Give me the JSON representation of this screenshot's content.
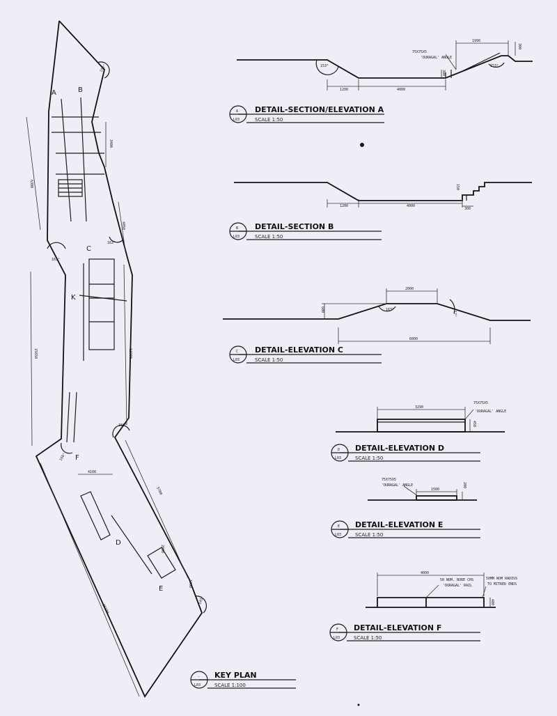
{
  "key_plan": {
    "title": "KEY PLAN",
    "ref": "-",
    "sheet": "L03",
    "scale": "SCALE 1:100",
    "section_labels": [
      "A",
      "B",
      "C",
      "K",
      "D",
      "E",
      "F"
    ],
    "dims": [
      "6300",
      "3400",
      "4850",
      "15650",
      "13900",
      "4100",
      "25100",
      "5700",
      "2000",
      "3400"
    ],
    "angles": [
      "150°",
      "163°",
      "163°",
      "156°",
      "160°",
      "143°"
    ]
  },
  "details": [
    {
      "id": "A",
      "sheet": "L03",
      "title": "DETAIL-SECTION/ELEVATION A",
      "scale": "SCALE 1:50",
      "dims": [
        "1200",
        "4000",
        "1990",
        "300",
        "300"
      ],
      "angles": [
        "153°",
        "153°"
      ],
      "notes": [
        "75X75X5",
        "'DURAGAL' ANGLE"
      ]
    },
    {
      "id": "B",
      "sheet": "L03",
      "title": "DETAIL-SECTION B",
      "scale": "SCALE 1:50",
      "dims": [
        "1200",
        "4000",
        "150",
        "300"
      ]
    },
    {
      "id": "C",
      "sheet": "L03",
      "title": "DETAIL-ELEVATION C",
      "scale": "SCALE 1:50",
      "dims": [
        "2000",
        "600",
        "6000"
      ],
      "angles": [
        "163°",
        "17°"
      ]
    },
    {
      "id": "D",
      "sheet": "L03",
      "title": "DETAIL-ELEVATION D",
      "scale": "SCALE 1:50",
      "dims": [
        "3290",
        "450"
      ],
      "notes": [
        "75X75X5",
        "'DURAGAL' ANGLE"
      ]
    },
    {
      "id": "E",
      "sheet": "L03",
      "title": "DETAIL-ELEVATION E",
      "scale": "SCALE 1:50",
      "dims": [
        "1500",
        "200"
      ],
      "notes": [
        "75X75X5",
        "'DURAGAL' ANGLE"
      ]
    },
    {
      "id": "F",
      "sheet": "L03",
      "title": "DETAIL-ELEVATION F",
      "scale": "SCALE 1:50",
      "dims": [
        "4000",
        "400"
      ],
      "notes": [
        "50 NOM. BORE CHS",
        "'DURAGAL' RAIL",
        "50MM NOM RADIUS",
        "TO MITRED ENDS"
      ]
    }
  ]
}
